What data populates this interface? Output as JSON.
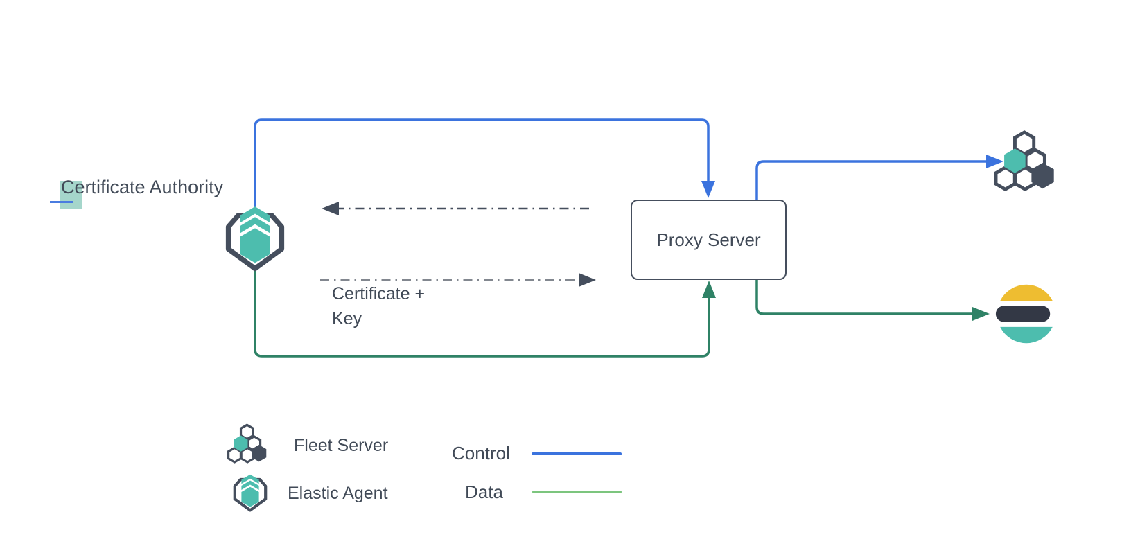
{
  "colors": {
    "control-blue": "#3b73de",
    "data-green": "#2f8266",
    "legend-data-green": "#7cc57e",
    "teal": "#4dbdae",
    "slate": "#454e5d",
    "text": "#414a57",
    "dash-gray": "#82878f",
    "es-yellow": "#eebd31",
    "es-dark": "#333845",
    "highlight-teal": "#a5d6cb",
    "caret-blue": "#4a7ce0"
  },
  "nodes": {
    "certificate_authority": {
      "label": "Certificate Authority",
      "icon": "elastic-agent-icon"
    },
    "proxy_server": {
      "label": "Proxy Server"
    },
    "fleet_server": {
      "icon": "fleet-server-icon"
    },
    "elasticsearch": {
      "icon": "elasticsearch-icon"
    }
  },
  "annotations": {
    "certificate_key": {
      "line1": "Certificate +",
      "line2": "Key"
    }
  },
  "legend": {
    "items": [
      {
        "icon": "fleet-server-icon",
        "label": "Fleet Server"
      },
      {
        "icon": "elastic-agent-icon",
        "label": "Elastic Agent"
      }
    ],
    "flows": [
      {
        "label": "Control",
        "color": "#3b73de"
      },
      {
        "label": "Data",
        "color": "#7cc57e"
      }
    ]
  }
}
